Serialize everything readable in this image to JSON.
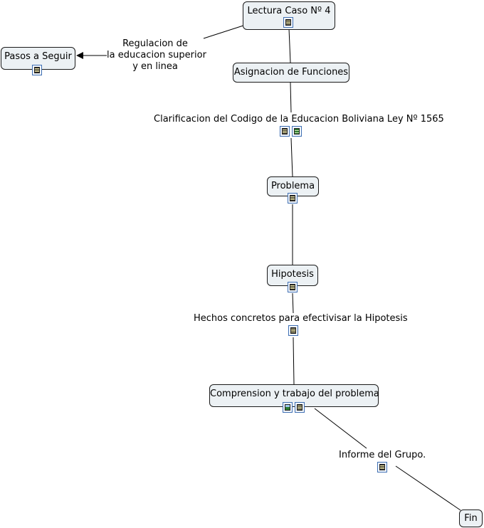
{
  "nodes": {
    "lectura": "Lectura Caso Nº 4",
    "pasos": "Pasos a Seguir",
    "asignacion": "Asignacion de Funciones",
    "problema": "Problema",
    "hipotesis": "Hipotesis",
    "comprension": "Comprension y trabajo del problema",
    "fin": "Fin"
  },
  "link_labels": {
    "regulacion": [
      "Regulacion de",
      "la educacion superior",
      "y en linea"
    ],
    "clarificacion": "Clarificacion  del Codigo de la Educacion Boliviana Ley Nº 1565",
    "hechos": "Hechos concretos para efectivisar la Hipotesis",
    "informe": "Informe del Grupo."
  },
  "resource_icons": {
    "lectura": [
      "document-icon"
    ],
    "pasos": [
      "document-icon"
    ],
    "clarificacion": [
      "document-icon",
      "video-icon"
    ],
    "problema": [
      "document-icon"
    ],
    "hipotesis": [
      "document-icon"
    ],
    "hechos": [
      "document-icon"
    ],
    "comprension": [
      "image-icon",
      "document-icon"
    ],
    "informe": [
      "document-icon"
    ]
  },
  "colors": {
    "node_fill": "#ecf1f4",
    "node_border": "#1a1a1a",
    "line": "#000000",
    "icon_border": "#3f6fb3"
  }
}
